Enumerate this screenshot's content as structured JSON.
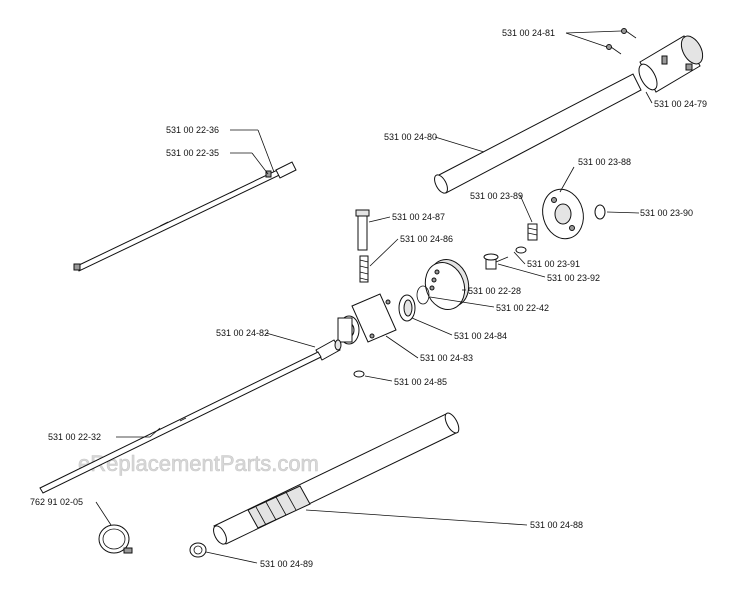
{
  "watermark": "eReplacementParts.com",
  "parts": [
    {
      "id": "531-00-24-81",
      "label": "531 00 24-81"
    },
    {
      "id": "531-00-24-79",
      "label": "531 00 24-79"
    },
    {
      "id": "531-00-24-80",
      "label": "531 00 24-80"
    },
    {
      "id": "531-00-23-88",
      "label": "531 00 23-88"
    },
    {
      "id": "531-00-23-89",
      "label": "531 00 23-89"
    },
    {
      "id": "531-00-23-90",
      "label": "531 00 23-90"
    },
    {
      "id": "531-00-22-36",
      "label": "531 00 22-36"
    },
    {
      "id": "531-00-22-35",
      "label": "531 00 22-35"
    },
    {
      "id": "531-00-24-87",
      "label": "531 00 24-87"
    },
    {
      "id": "531-00-24-86",
      "label": "531 00 24-86"
    },
    {
      "id": "531-00-23-91",
      "label": "531 00 23-91"
    },
    {
      "id": "531-00-23-92",
      "label": "531 00 23-92"
    },
    {
      "id": "531-00-22-28",
      "label": "531 00 22-28"
    },
    {
      "id": "531-00-22-42",
      "label": "531 00 22-42"
    },
    {
      "id": "531-00-24-84",
      "label": "531 00 24-84"
    },
    {
      "id": "531-00-24-82",
      "label": "531 00 24-82"
    },
    {
      "id": "531-00-24-83",
      "label": "531 00 24-83"
    },
    {
      "id": "531-00-24-85",
      "label": "531 00 24-85"
    },
    {
      "id": "531-00-22-32",
      "label": "531 00 22-32"
    },
    {
      "id": "762-91-02-05",
      "label": "762 91 02-05"
    },
    {
      "id": "531-00-24-88",
      "label": "531 00 24-88"
    },
    {
      "id": "531-00-24-89",
      "label": "531 00 24-89"
    }
  ]
}
